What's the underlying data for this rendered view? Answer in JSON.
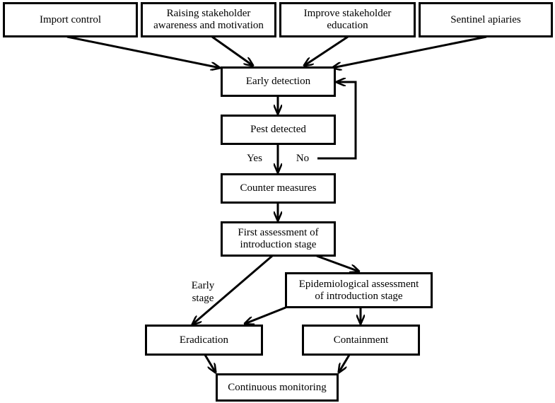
{
  "nodes": {
    "import_control": "Import control",
    "raising_awareness": "Raising stakeholder\nawareness and motivation",
    "improve_education": "Improve stakeholder\neducation",
    "sentinel_apiaries": "Sentinel apiaries",
    "early_detection": "Early detection",
    "pest_detected": "Pest detected",
    "counter_measures": "Counter measures",
    "first_assessment": "First assessment of\nintroduction stage",
    "epidemiological_assessment": "Epidemiological assessment\nof introduction stage",
    "eradication": "Eradication",
    "containment": "Containment",
    "continuous_monitoring": "Continuous monitoring"
  },
  "edge_labels": {
    "yes": "Yes",
    "no": "No",
    "early_stage": "Early\nstage"
  }
}
